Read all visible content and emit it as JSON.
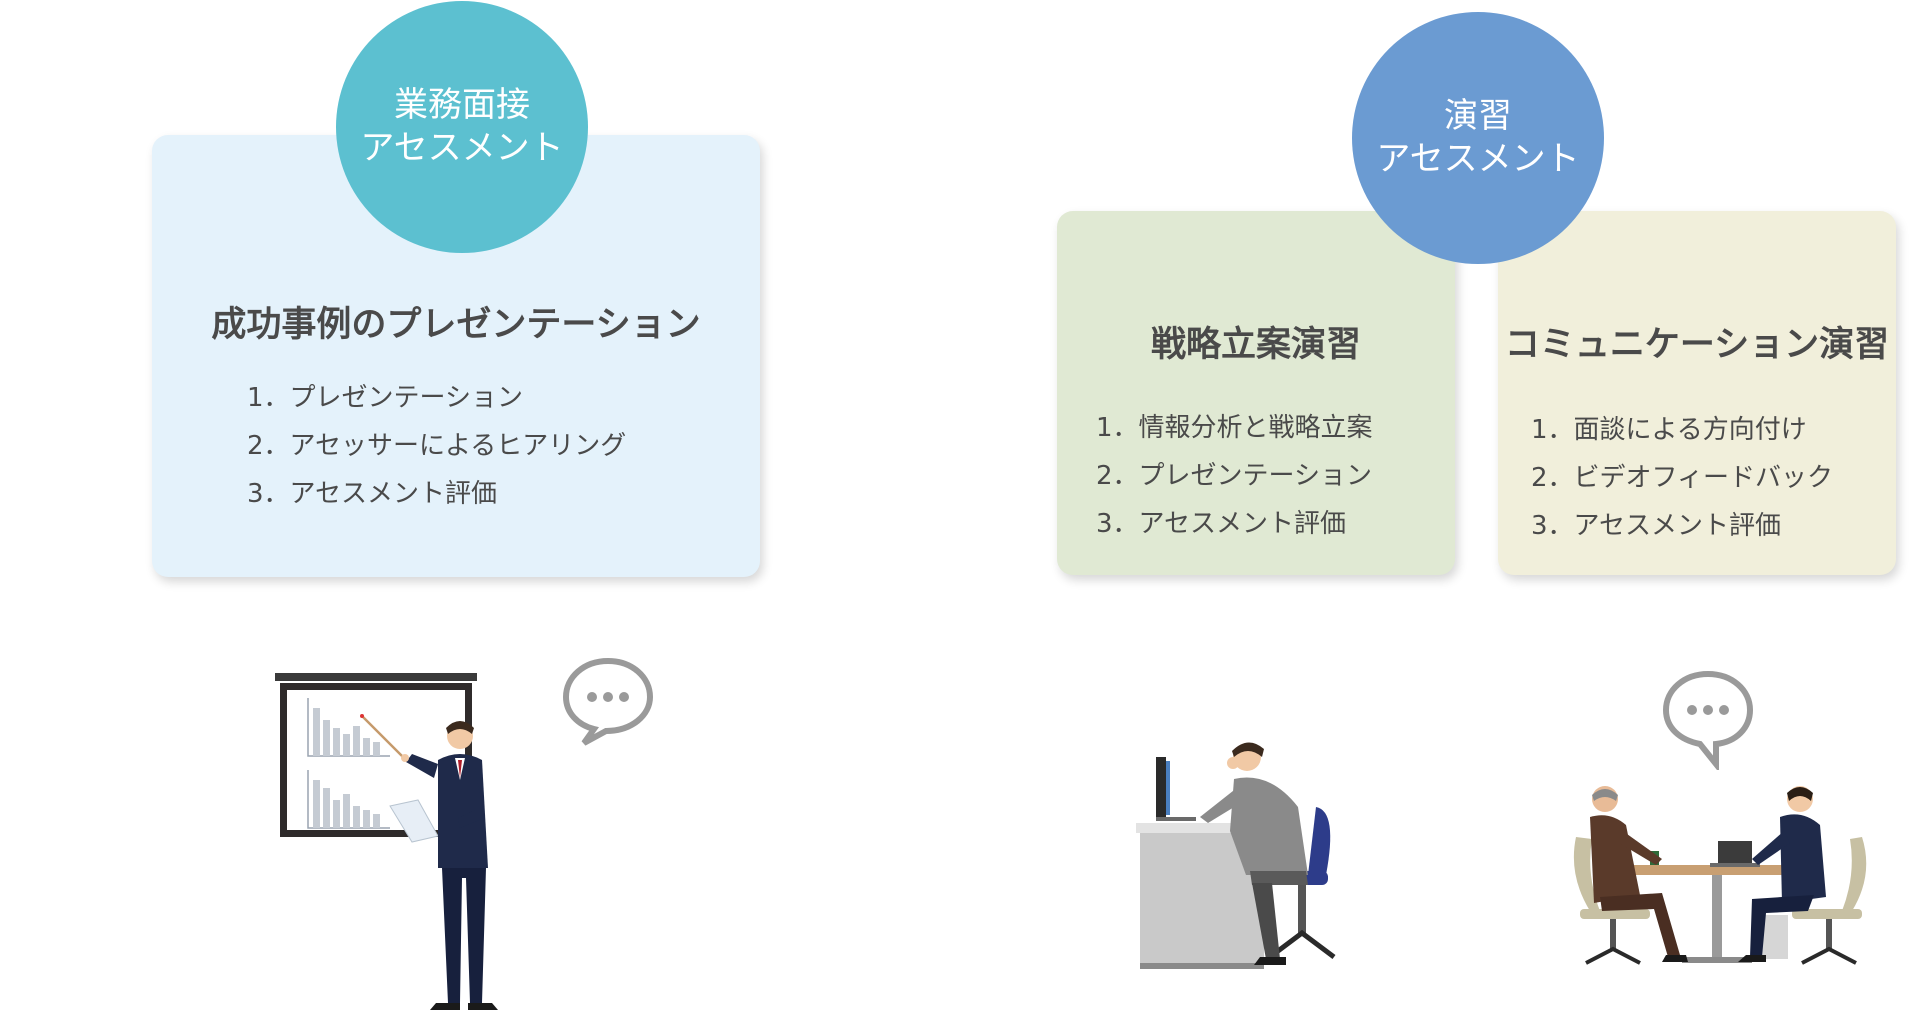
{
  "interview": {
    "badge_line1": "業務面接",
    "badge_line2": "アセスメント",
    "title": "成功事例のプレゼンテーション",
    "items": [
      "1．プレゼンテーション",
      "2．アセッサーによるヒアリング",
      "3．アセスメント評価"
    ]
  },
  "exercise": {
    "badge_line1": "演習",
    "badge_line2": "アセスメント"
  },
  "strategy": {
    "title": "戦略立案演習",
    "items": [
      "1．情報分析と戦略立案",
      "2．プレゼンテーション",
      "3．アセスメント評価"
    ]
  },
  "communication": {
    "title": "コミュニケーション演習",
    "items": [
      "1．面談による方向付け",
      "2．ビデオフィードバック",
      "3．アセスメント評価"
    ]
  },
  "colors": {
    "teal_badge": "#5cc0d0",
    "blue_badge": "#6b9bd2",
    "interview_card": "#e4f2fb",
    "strategy_card": "#e0e9d3",
    "communication_card": "#f1efdb",
    "text": "#4a4a4a"
  },
  "illustrations": [
    "presenter-with-chart-illustration",
    "speech-bubble-icon",
    "desk-worker-illustration",
    "meeting-illustration",
    "speech-bubble-icon"
  ]
}
